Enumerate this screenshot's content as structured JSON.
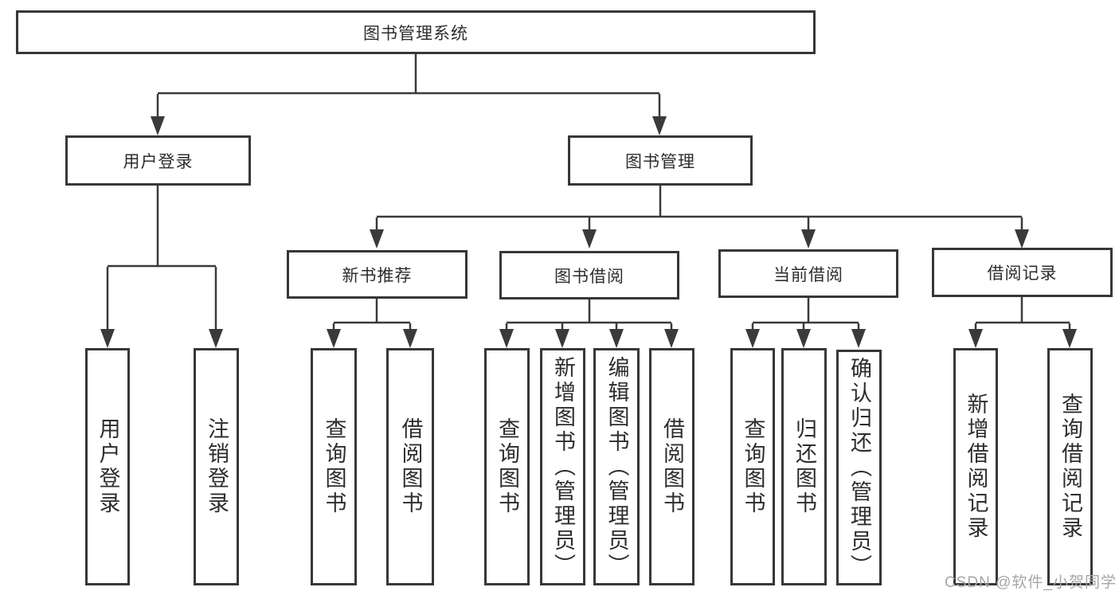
{
  "watermark": "CSDN @软件_小贺同学",
  "diagram": {
    "root": "图书管理系统",
    "branches": {
      "user_login": {
        "label": "用户登录",
        "children": [
          "用户登录",
          "注销登录"
        ]
      },
      "book_management": {
        "label": "图书管理",
        "sections": {
          "new_book_recommend": {
            "label": "新书推荐",
            "children": [
              "查询图书",
              "借阅图书"
            ]
          },
          "book_borrow": {
            "label": "图书借阅",
            "children": [
              "查询图书",
              "新增图书（管理员）",
              "编辑图书（管理员）",
              "借阅图书"
            ]
          },
          "current_borrow": {
            "label": "当前借阅",
            "children": [
              "查询图书",
              "归还图书",
              "确认归还（管理员）"
            ]
          },
          "borrow_records": {
            "label": "借阅记录",
            "children": [
              "新增借阅记录",
              "查询借阅记录"
            ]
          }
        }
      }
    }
  }
}
